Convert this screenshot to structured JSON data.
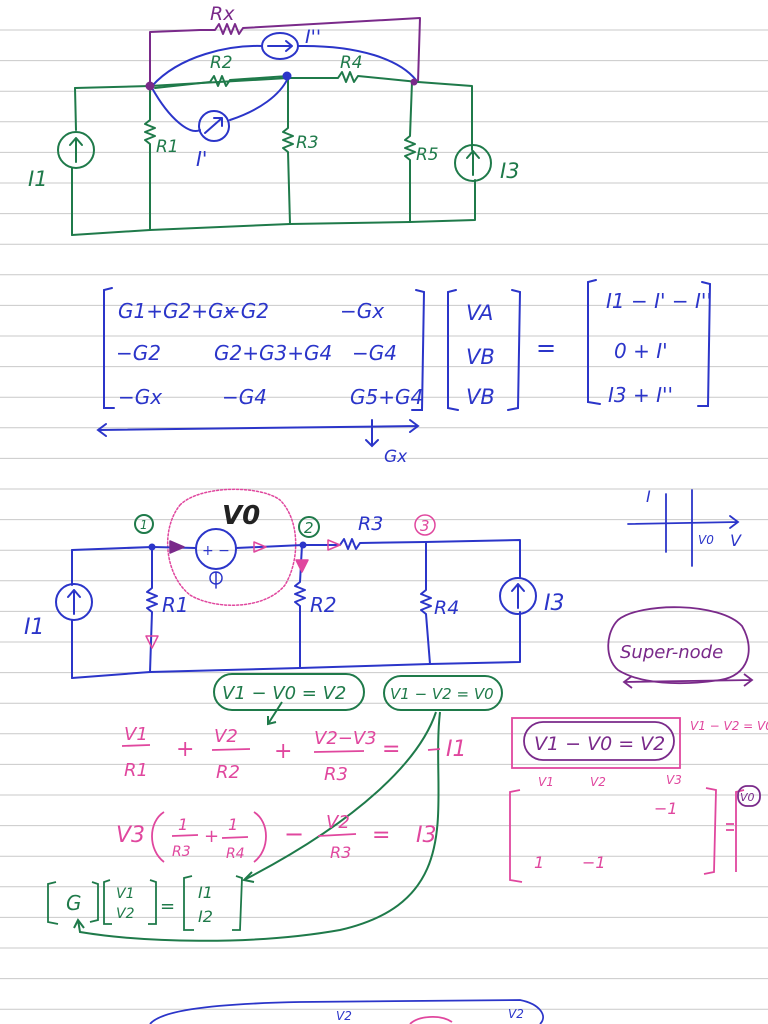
{
  "colors": {
    "ruled_line": "#c9c9c9",
    "green_ink": "#1f7a4a",
    "blue_ink": "#2b35c9",
    "purple_ink": "#7a2a8a",
    "magenta_ink": "#e0479e",
    "paper": "#ffffff"
  },
  "circuit1": {
    "rx": "Rx",
    "r1": "R1",
    "r2": "R2",
    "r3": "R3",
    "r4": "R4",
    "r5": "R5",
    "i1": "I1",
    "i3": "I3",
    "i_prime": "I'",
    "i_dprime": "I''"
  },
  "matrix1": {
    "row1": [
      "G1+G2+Gx",
      "−G2",
      "−Gx"
    ],
    "row2": [
      "−G2",
      "G2+G3+G4",
      "−G4"
    ],
    "row3": [
      "−Gx",
      "−G4",
      "G5+G4"
    ],
    "vector": [
      "VA",
      "VB",
      "VB"
    ],
    "equals": "=",
    "rhs": [
      "I1 − I' − I''",
      "0 + I'",
      "I3 + I''"
    ],
    "gx_note": "Gx"
  },
  "circuit2": {
    "n1": "1",
    "n2": "2",
    "n3": "3",
    "v0": "V0",
    "r1": "R1",
    "r2": "R2",
    "r3": "R3",
    "r4": "R4",
    "i1": "I1",
    "i3": "I3",
    "source_sign": "+ −"
  },
  "iv_plot": {
    "i_label": "I",
    "v_label": "V",
    "v0_label": "V0"
  },
  "supernode": "Super-node",
  "constraints": {
    "c1": "V1 − V0 = V2",
    "c2": "V1 − V2 = V0",
    "c3": "V1 − V0 = V2",
    "c4": "V1 − V2 = V0"
  },
  "eq1": {
    "t1_num": "V1",
    "t1_den": "R1",
    "plus1": "+",
    "t2_num": "V2",
    "t2_den": "R2",
    "plus2": "+",
    "t3_num": "V2−V3",
    "t3_den": "R3",
    "eq": "=",
    "rhs": "I1"
  },
  "eq2": {
    "lhs": "V3",
    "frac1_num": "1",
    "frac1_den": "R3",
    "frac2_num": "1",
    "frac2_den": "R4",
    "minus": "−",
    "t2_num": "V2",
    "t2_den": "R3",
    "eq": "=",
    "rhs": "I3"
  },
  "small_matrix": {
    "headers": [
      "V1",
      "V2",
      "V3"
    ],
    "m13": "−1",
    "m31": "1",
    "m32": "−1",
    "rhs": "V0"
  },
  "eq3": {
    "g": "G",
    "v1": "V1",
    "v2": "V2",
    "eq": "=",
    "i1": "I1",
    "i2": "I2"
  },
  "bottom": {
    "label1": "V2",
    "label2": "V2"
  }
}
